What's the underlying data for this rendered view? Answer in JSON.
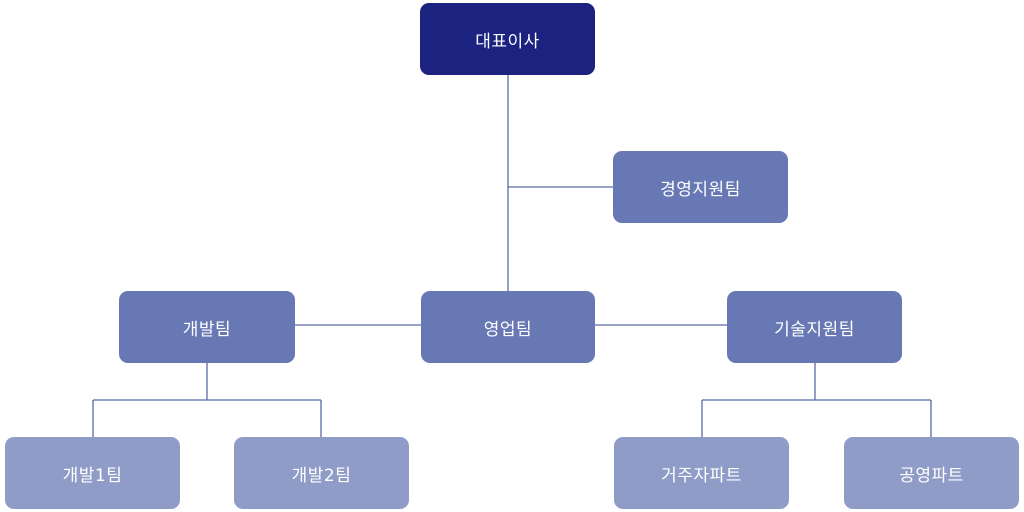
{
  "org_chart": {
    "ceo": {
      "label": "대표이사"
    },
    "management_support": {
      "label": "경영지원팀"
    },
    "sales": {
      "label": "영업팀"
    },
    "development": {
      "label": "개발팀",
      "children": [
        {
          "label": "개발1팀"
        },
        {
          "label": "개발2팀"
        }
      ]
    },
    "tech_support": {
      "label": "기술지원팀",
      "children": [
        {
          "label": "거주자파트"
        },
        {
          "label": "공영파트"
        }
      ]
    }
  },
  "colors": {
    "top_level": "#1c2280",
    "second_level": "#6878b4",
    "third_level": "#909cc8",
    "connector": "#5a6aa8"
  }
}
